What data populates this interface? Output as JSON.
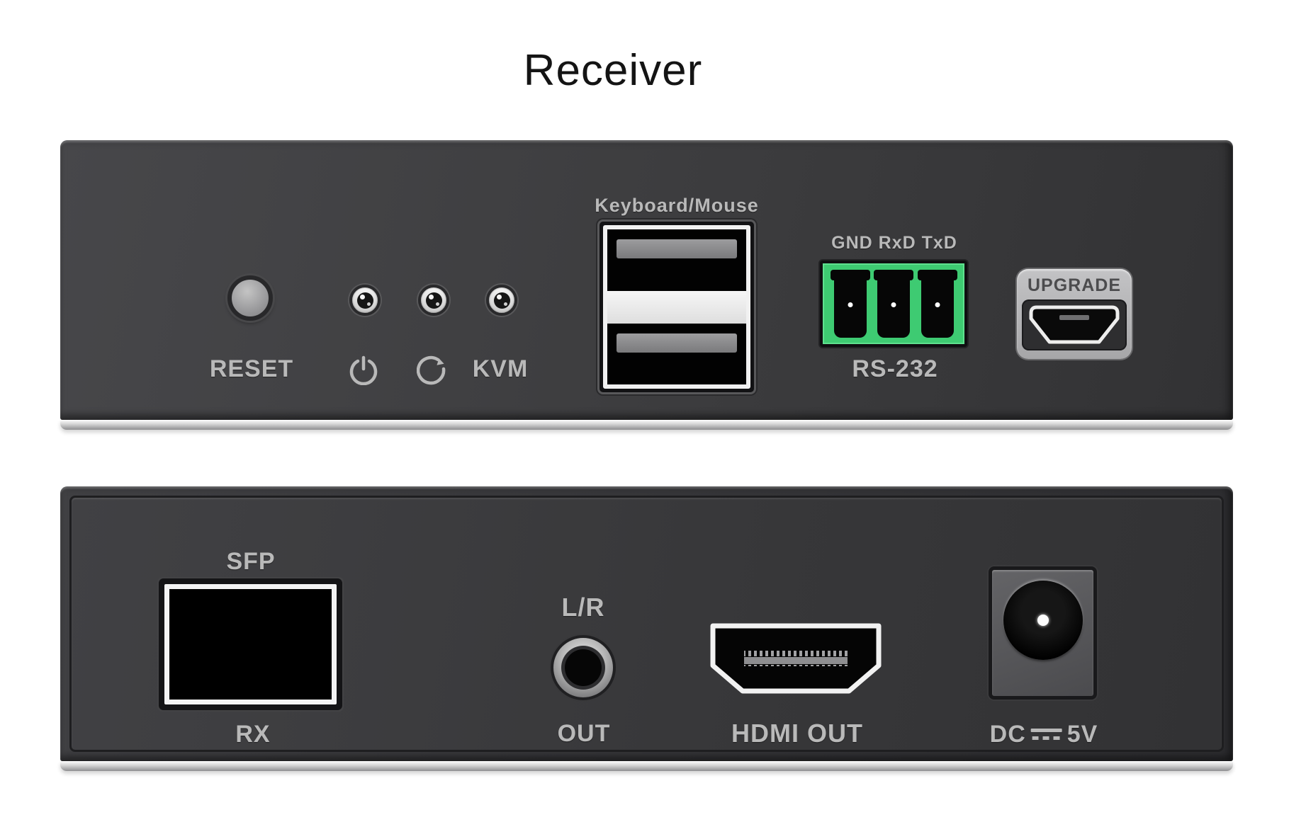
{
  "title": "Receiver",
  "colors": {
    "terminal_green": "#3ecb72",
    "panel_dark": "#3b3b3d",
    "label_gray": "#b9b9b9"
  },
  "icons": [
    "power-icon",
    "sync-icon",
    "micro-usb-icon",
    "hdmi-port-icon",
    "dc-symbol-icon"
  ],
  "front_panel": {
    "reset_label": "RESET",
    "kvm_label": "KVM",
    "usb_label": "Keyboard/Mouse",
    "serial_pin_labels": "GND RxD TxD",
    "serial_port_label": "RS-232",
    "upgrade_label": "UPGRADE"
  },
  "rear_panel": {
    "sfp_label": "SFP",
    "sfp_sub_label": "RX",
    "audio_label": "L/R",
    "audio_sub_label": "OUT",
    "hdmi_label": "HDMI OUT",
    "dc_label_prefix": "DC",
    "dc_label_suffix": "5V"
  }
}
